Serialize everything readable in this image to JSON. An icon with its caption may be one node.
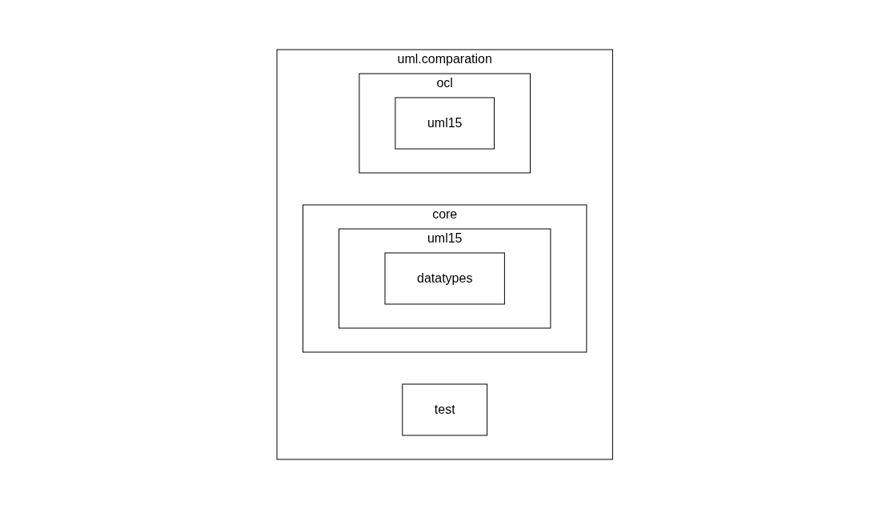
{
  "diagram": {
    "nodes": [
      {
        "text": [
          "uml.comparation"
        ]
      },
      {
        "text": [
          "core"
        ],
        "in": 0
      },
      {
        "text": [
          "uml15"
        ],
        "in": 1
      },
      {
        "text": [
          "datatypes"
        ],
        "in": 2
      },
      {
        "text": [
          "ocl"
        ],
        "in": 0
      },
      {
        "text": [
          "uml15"
        ],
        "in": 4
      },
      {
        "text": [
          "test"
        ],
        "in": 0
      }
    ]
  }
}
